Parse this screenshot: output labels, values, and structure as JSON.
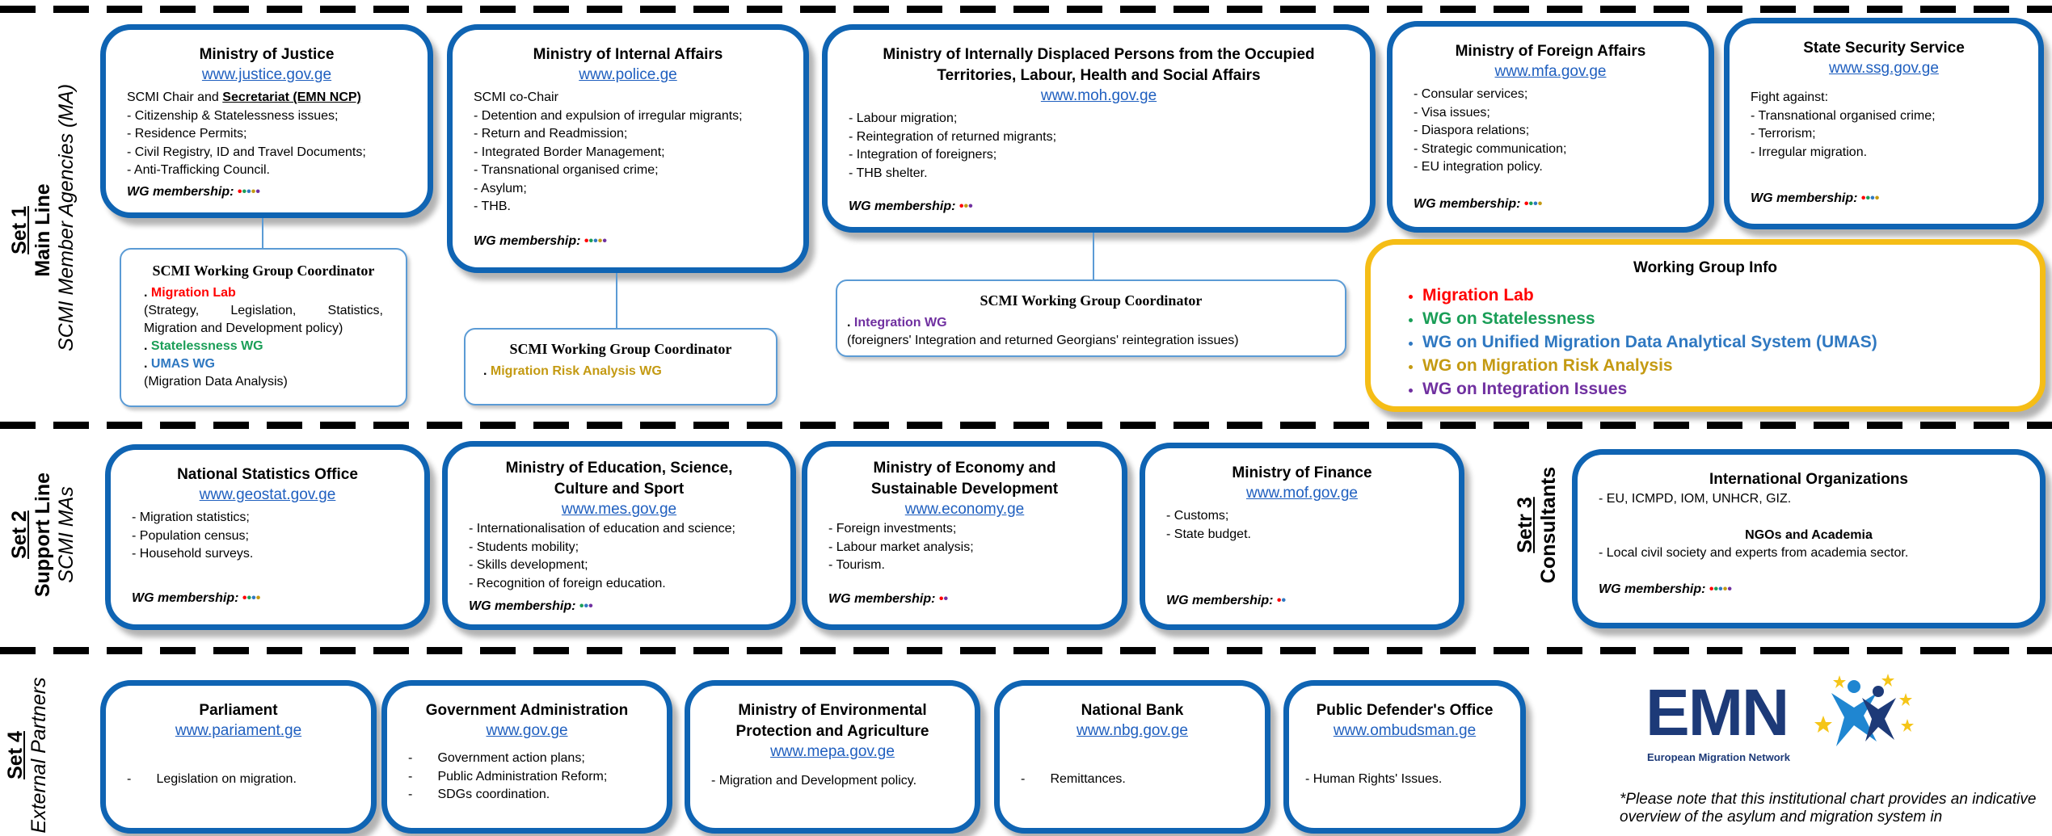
{
  "colors": {
    "box_border": "#0f64b3",
    "link": "#1f5fbf",
    "red": "#ff0000",
    "green": "#1a9e57",
    "blue": "#2f78c1",
    "gold": "#c49a12",
    "purple": "#7030a0",
    "yellow_border": "#f5bd16"
  },
  "sets": {
    "set1": {
      "title": "Set 1",
      "line": "Main Line",
      "sub": "SCMI Member Agencies (MA)"
    },
    "set2": {
      "title": "Set 2",
      "line": "Support Line",
      "sub": "SCMI MAs"
    },
    "set3": {
      "title": "Setr 3",
      "line": "Consultants"
    },
    "set4": {
      "title": "Set 4",
      "sub": "External Partners"
    }
  },
  "wg_label": "WG membership:",
  "boxes": {
    "moj": {
      "title": "Ministry of Justice",
      "link": "www.justice.gov.ge",
      "intro_a": "SCMI Chair and ",
      "intro_b": "Secretariat (EMN NCP)",
      "items": [
        "-  Citizenship & Statelessness issues;",
        "-  Residence Permits;",
        "-  Civil Registry, ID and Travel Documents;",
        "-  Anti-Trafficking Council."
      ]
    },
    "mia": {
      "title": "Ministry of Internal Affairs",
      "link": "www.police.ge",
      "intro": "SCMI co-Chair",
      "items": [
        "-  Detention and expulsion of irregular migrants;",
        "-  Return and Readmission;",
        "-  Integrated Border Management;",
        "-  Transnational organised crime;",
        "-  Asylum;",
        "- THB."
      ]
    },
    "midp": {
      "title": "Ministry of Internally Displaced Persons from the Occupied Territories, Labour, Health and Social Affairs",
      "link": "www.moh.gov.ge",
      "items": [
        "- Labour migration;",
        "- Reintegration of returned migrants;",
        "- Integration of foreigners;",
        "- THB shelter."
      ]
    },
    "mfa": {
      "title": "Ministry of Foreign Affairs",
      "link": "www.mfa.gov.ge",
      "items": [
        "-  Consular services;",
        "-  Visa issues;",
        "-  Diaspora relations;",
        "-  Strategic communication;",
        "-  EU integration policy."
      ]
    },
    "ssg": {
      "title": "State Security Service",
      "link": "www.ssg.gov.ge",
      "intro": "Fight against:",
      "items": [
        "-  Transnational organised crime;",
        "-  Terrorism;",
        "-  Irregular migration."
      ]
    },
    "geostat": {
      "title": "National Statistics Office",
      "link": "www.geostat.gov.ge",
      "items": [
        "-  Migration statistics;",
        "-  Population census;",
        "-  Household surveys."
      ]
    },
    "mes": {
      "title": "Ministry of Education, Science, Culture and Sport",
      "link": "www.mes.gov.ge",
      "items": [
        "-  Internationalisation of education and science;",
        "-  Students mobility;",
        "-  Skills development;",
        "-  Recognition of foreign education."
      ]
    },
    "econ": {
      "title": "Ministry of Economy and Sustainable Development",
      "link": "www.economy.ge",
      "items": [
        "-  Foreign investments;",
        "-  Labour market analysis;",
        "-  Tourism."
      ]
    },
    "mof": {
      "title": "Ministry of Finance",
      "link": "www.mof.gov.ge",
      "items": [
        "-  Customs;",
        "-  State budget."
      ]
    },
    "io": {
      "title": "International Organizations",
      "items": [
        "-  EU, ICMPD, IOM, UNHCR, GIZ."
      ],
      "title2": "NGOs and Academia",
      "items2": [
        "-  Local civil society and experts from academia sector."
      ]
    },
    "parl": {
      "title": "Parliament",
      "link": "www.pariament.ge",
      "items": [
        "-       Legislation on migration."
      ]
    },
    "gov": {
      "title": "Government Administration",
      "link": "www.gov.ge",
      "items": [
        "-       Government action plans;",
        "-       Public Administration Reform;",
        "-       SDGs coordination."
      ]
    },
    "mepa": {
      "title": "Ministry of Environmental Protection and Agriculture",
      "link": "www.mepa.gov.ge",
      "items": [
        "-  Migration and Development policy."
      ]
    },
    "nbg": {
      "title": "National Bank",
      "link": "www.nbg.gov.ge",
      "items": [
        "-       Remittances."
      ]
    },
    "pdo": {
      "title": "Public Defender's Office",
      "link": "www.ombudsman.ge",
      "items": [
        "-  Human Rights' Issues."
      ]
    }
  },
  "coordinators": {
    "title": "SCMI Working Group Coordinator",
    "c1": {
      "l1": "Migration Lab",
      "l1_desc": "(Strategy,  Legislation,  Statistics, Migration and Development policy)",
      "l2": "Statelessness WG",
      "l3": "UMAS WG",
      "l3_desc": "(Migration Data Analysis)"
    },
    "c2": {
      "l1": "Migration Risk Analysis WG"
    },
    "c3": {
      "l1": "Integration WG",
      "desc": "(foreigners' Integration and returned Georgians' reintegration issues)"
    }
  },
  "wg_info": {
    "title": "Working Group Info",
    "items": [
      "Migration Lab",
      "WG on Statelessness",
      "WG on Unified Migration Data Analytical System (UMAS)",
      "WG on Migration Risk Analysis",
      "WG on Integration Issues"
    ]
  },
  "emn": {
    "logo": "EMN",
    "tagline": "European Migration Network"
  },
  "note": "*Please note that this institutional chart provides an indicative overview of the asylum and migration system in"
}
